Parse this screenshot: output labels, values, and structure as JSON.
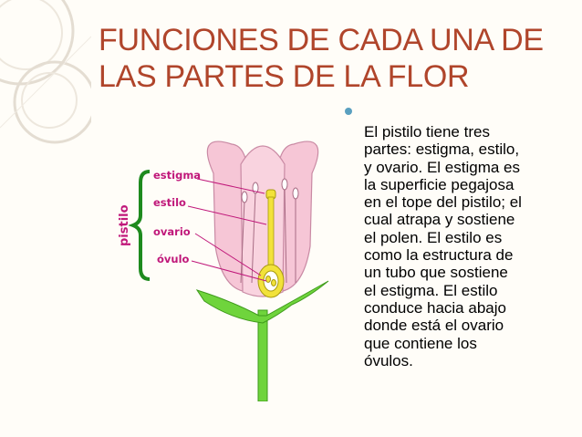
{
  "title": {
    "line1": "FUNCIONES DE CADA UNA DE",
    "line2": "LAS PARTES DE LA FLOR"
  },
  "body": {
    "lines": [
      "El pistilo tiene tres",
      "partes: estigma, estilo,",
      "y ovario. El estigma es",
      "la superficie pegajosa",
      "en el tope del pistilo; el",
      "cual atrapa y sostiene",
      "el polen. El estilo es",
      "como la estructura de",
      "un tubo que sostiene",
      "el estigma. El estilo",
      "conduce hacia abajo",
      "donde está el ovario",
      "que contiene los",
      "óvulos."
    ]
  },
  "diagram": {
    "group_label": "pistilo",
    "labels": {
      "estigma": "estigma",
      "estilo": "estilo",
      "ovario": "ovario",
      "ovulo": "óvulo"
    }
  },
  "colors": {
    "title": "#b0452b",
    "label": "#c0187a",
    "bullet": "#5aa0c0",
    "petal": "#f6c6d6",
    "stem": "#6fd43c"
  }
}
